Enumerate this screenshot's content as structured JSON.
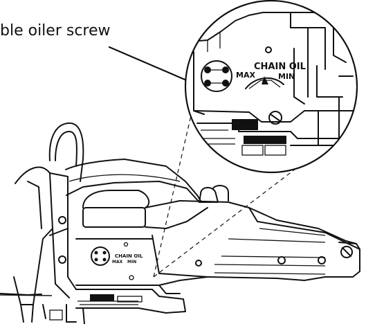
{
  "callout": {
    "text": "ble oiler screw"
  },
  "labels": {
    "large_top": "CHAIN OIL",
    "large_left": "MAX",
    "large_right": "MIN",
    "small_top": "CHAIN OIL",
    "small_left": "MAX",
    "small_right": "MIN"
  }
}
